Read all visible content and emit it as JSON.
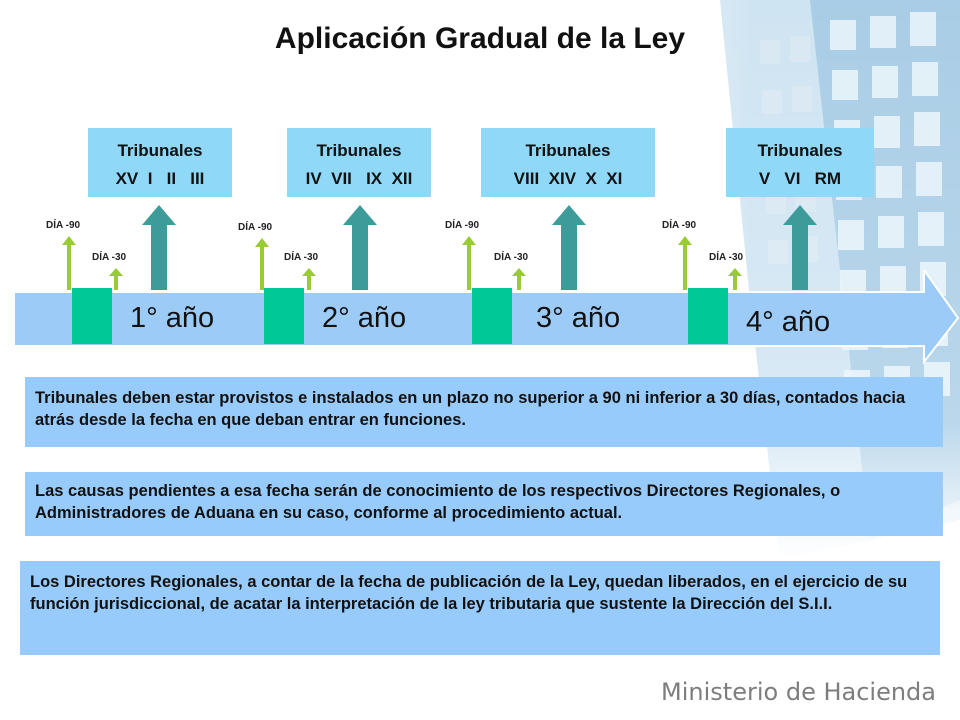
{
  "title": "Aplicación Gradual de la Ley",
  "colors": {
    "box": "#8fd8f8",
    "info_box": "#97cbfc",
    "year_block": "#00c896",
    "arrow": "#3d9b9a",
    "marker": "#99cc33",
    "timeline": "#9ccbf7"
  },
  "tribunals": [
    {
      "label": "Tribunales",
      "regions": "XV  I   II   III"
    },
    {
      "label": "Tribunales",
      "regions": "IV  VII   IX  XII"
    },
    {
      "label": "Tribunales",
      "regions": "VIII  XIV  X  XI"
    },
    {
      "label": "Tribunales",
      "regions": "V   VI   RM"
    }
  ],
  "day_labels": {
    "d90": "DÍA -90",
    "d30": "DÍA -30"
  },
  "years": [
    "1° año",
    "2° año",
    "3° año",
    "4° año"
  ],
  "info": [
    "Tribunales deben estar provistos e instalados en un plazo no superior a 90 ni inferior a 30 días, contados hacia atrás desde la fecha en que deban entrar en funciones.",
    "Las causas pendientes a esa fecha serán de conocimiento de los respectivos Directores Regionales, o Administradores de Aduana en su caso, conforme al procedimiento actual.",
    "Los Directores Regionales, a contar de la fecha de publicación de la Ley, quedan liberados, en el ejercicio de su función jurisdiccional, de acatar la interpretación de la ley tributaria que sustente la Dirección del S.I.I."
  ],
  "footer": "Ministerio de Hacienda"
}
